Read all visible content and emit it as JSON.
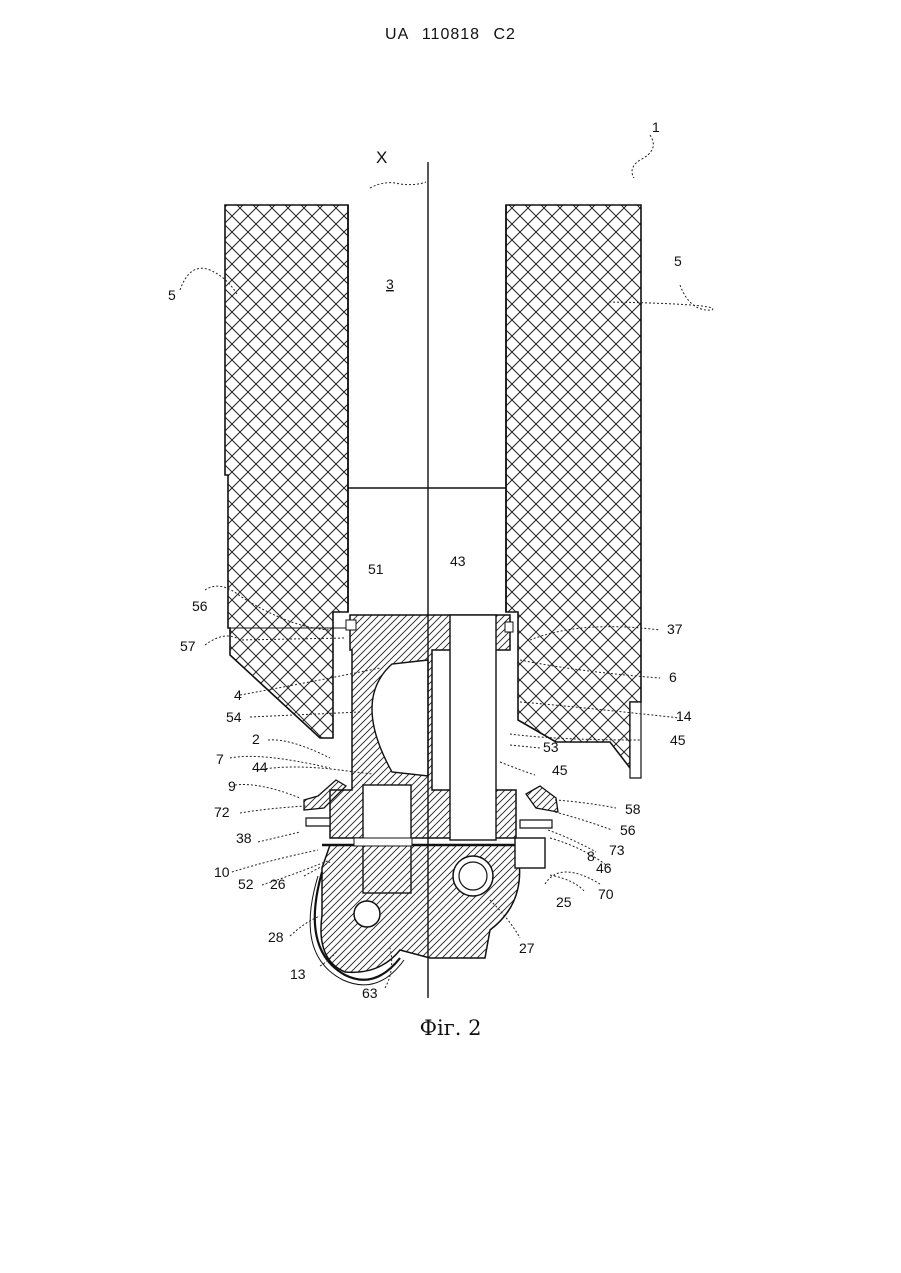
{
  "header": {
    "text": "UA   110818   C2"
  },
  "figure": {
    "caption": "Фіг. 2",
    "axis_label": "X",
    "labels": {
      "l1": "1",
      "l3": "3",
      "l5a": "5",
      "l5b": "5",
      "l51": "51",
      "l43": "43",
      "l56a": "56",
      "l57": "57",
      "l37": "37",
      "l6": "6",
      "l4": "4",
      "l54": "54",
      "l14": "14",
      "l2": "2",
      "l45a": "45",
      "l53": "53",
      "l7": "7",
      "l44": "44",
      "l45b": "45",
      "l9": "9",
      "l58": "58",
      "l72": "72",
      "l56b": "56",
      "l38": "38",
      "l8": "8",
      "l73": "73",
      "l46": "46",
      "l10": "10",
      "l52": "52",
      "l26": "26",
      "l70": "70",
      "l25": "25",
      "l28": "28",
      "l27": "27",
      "l13": "13",
      "l63": "63"
    }
  }
}
